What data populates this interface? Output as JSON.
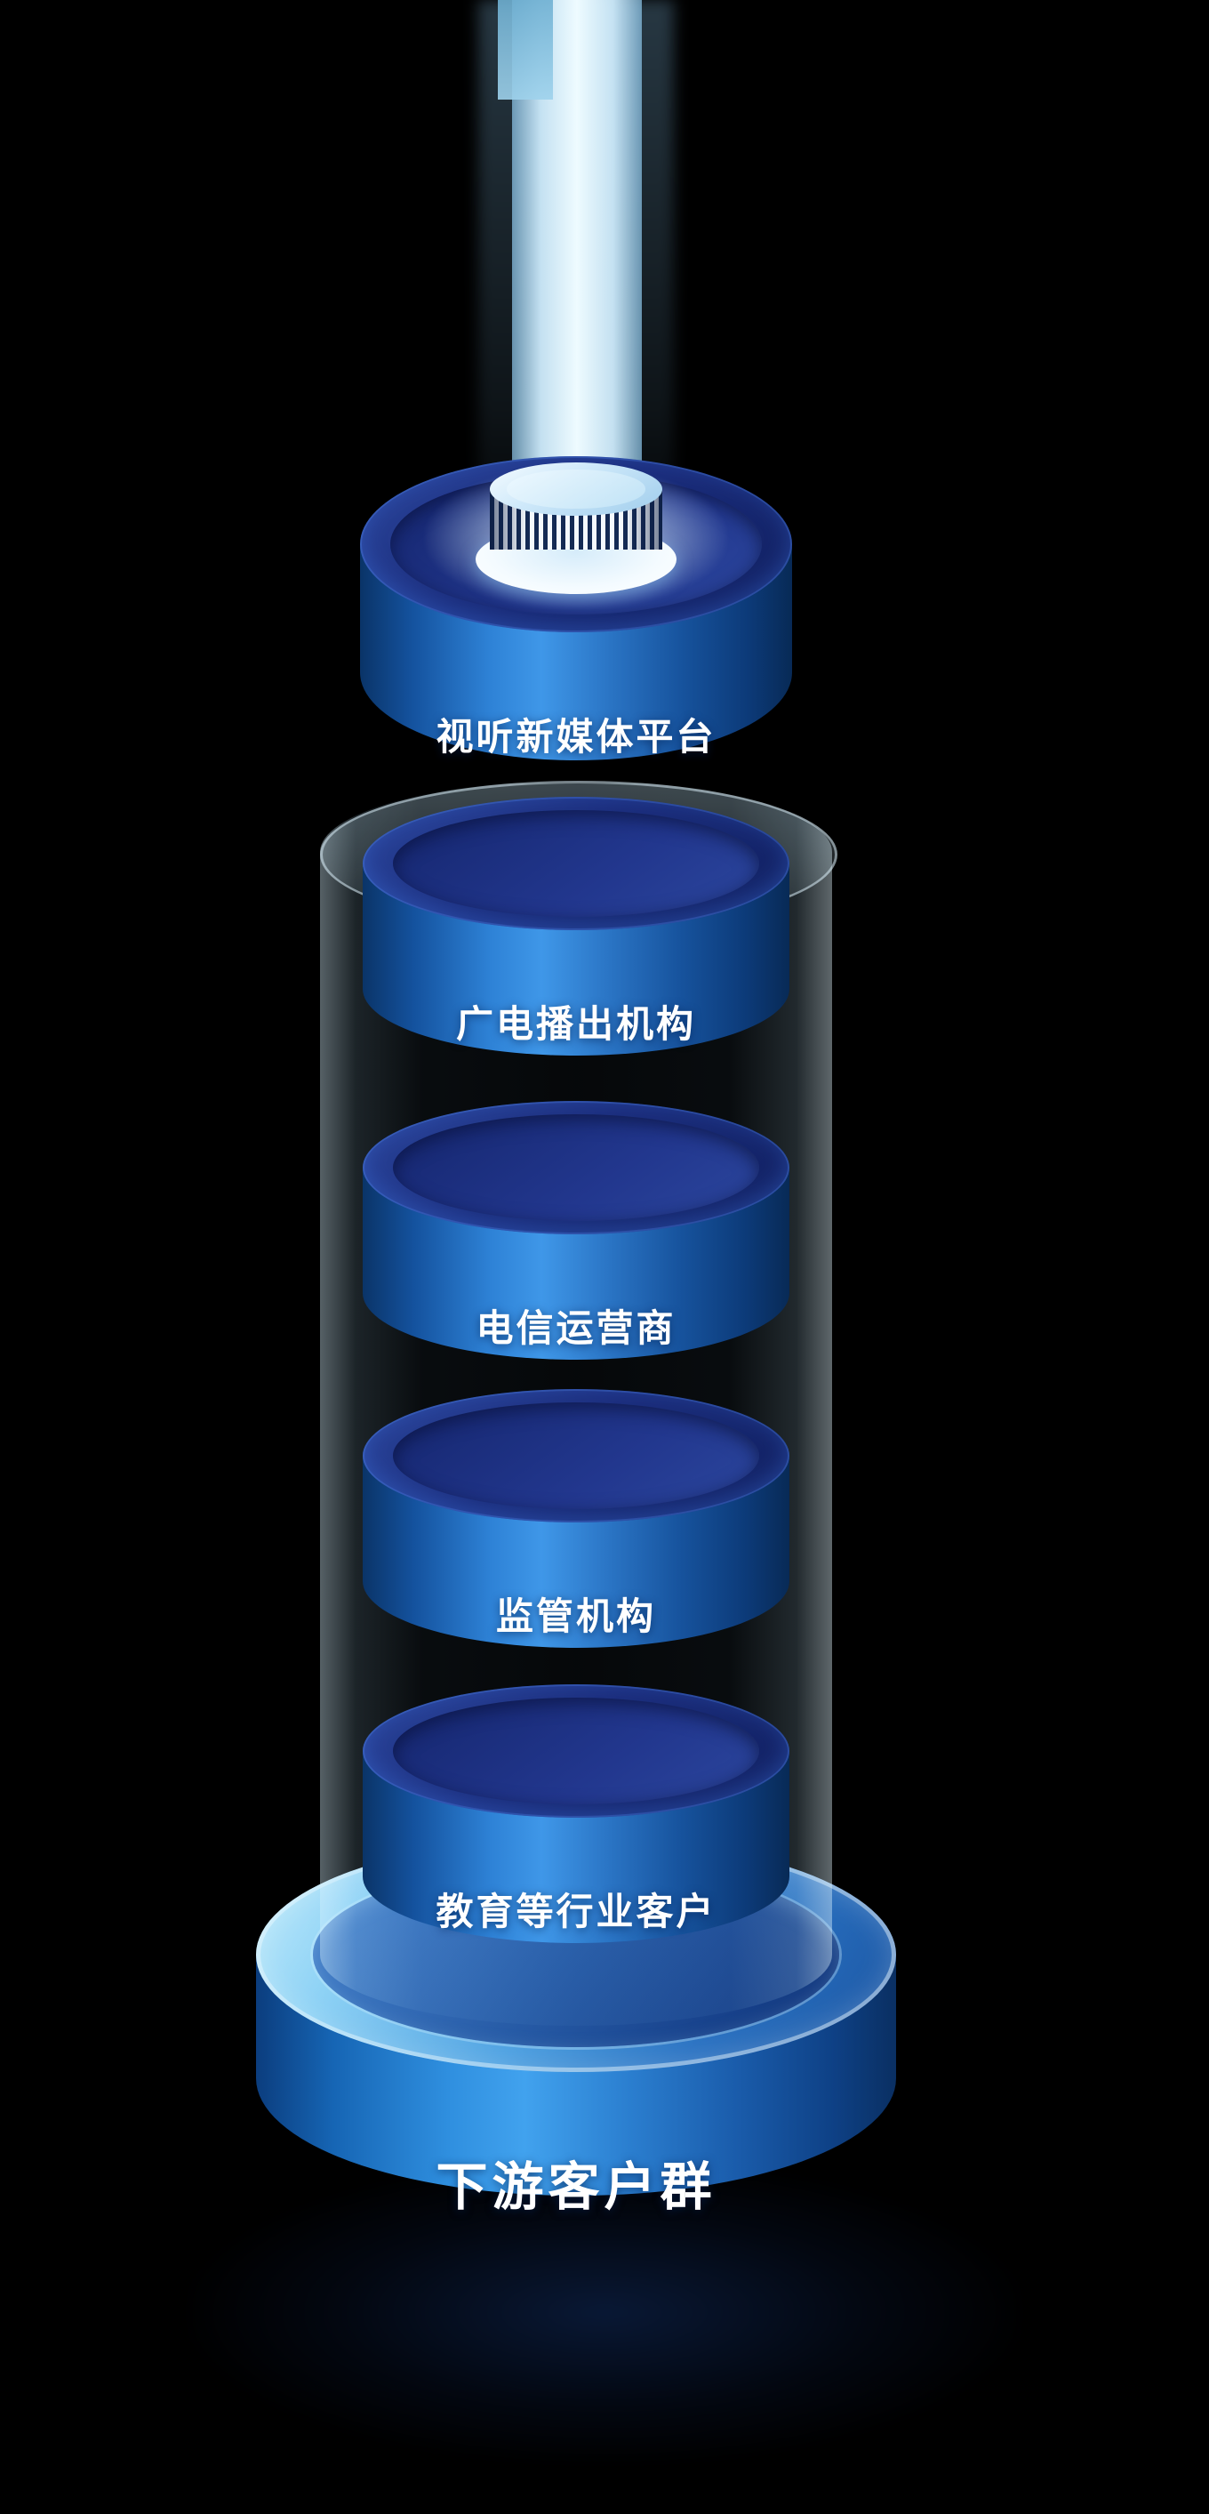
{
  "diagram": {
    "tiers": [
      {
        "label": "视听新媒体平台"
      },
      {
        "label": "广电播出机构"
      },
      {
        "label": "电信运营商"
      },
      {
        "label": "监管机构"
      },
      {
        "label": "教育等行业客户"
      }
    ],
    "base": {
      "label": "下游客户群"
    },
    "colors": {
      "background": "#000000",
      "beam": "#cde9fa",
      "cylinder_bright": "#3f97e8",
      "cylinder_dark": "#0a3468",
      "top_ellipse": "#1b2d7c",
      "glass": "#bfe4fb",
      "base_top_light": "#c6eefc",
      "text": "#ffffff"
    }
  }
}
